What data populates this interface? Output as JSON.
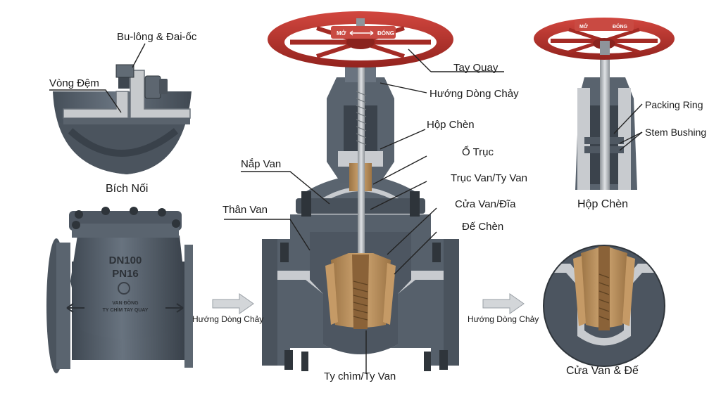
{
  "labels": {
    "bolts_nuts": "Bu-lông & Đai-ốc",
    "gasket": "Vòng Đệm",
    "flange": "Bích Nối",
    "handwheel": "Tay Quay",
    "flow_direction_top": "Hướng Dòng Chảy",
    "stuffing_box": "Hộp Chèn",
    "stem_nut": "Ổ Trục",
    "bonnet": "Nắp Van",
    "stem": "Trục Van/Ty Van",
    "body": "Thân Van",
    "gate_disc": "Cửa Van/Đĩa",
    "seat": "Đế Chèn",
    "packing_ring": "Packing Ring",
    "stem_bushing": "Stem Bushing",
    "stuffing_box_caption": "Hộp Chèn",
    "gate_seat_caption": "Cửa Van & Đế",
    "flow_left": "Hướng Dòng Chảy",
    "flow_right": "Hướng Dòng Chảy",
    "rising_stem": "Ty chìm/Ty Van"
  },
  "wheel_text": {
    "open": "MỞ",
    "close": "ĐÓNG"
  },
  "valve_markings": {
    "size": "DN100",
    "pressure": "PN16",
    "line1": "VAN ĐỒNG",
    "line2": "TY CHÌM TAY QUAY"
  },
  "colors": {
    "body": "#56606c",
    "body_dark": "#3c444e",
    "body_light": "#7a8591",
    "section": "#c9ccd0",
    "handwheel": "#b8322c",
    "bronze": "#b98f5e",
    "stem": "#b8bcc1",
    "leader": "#222222",
    "arrow": "#d0d3d6"
  }
}
